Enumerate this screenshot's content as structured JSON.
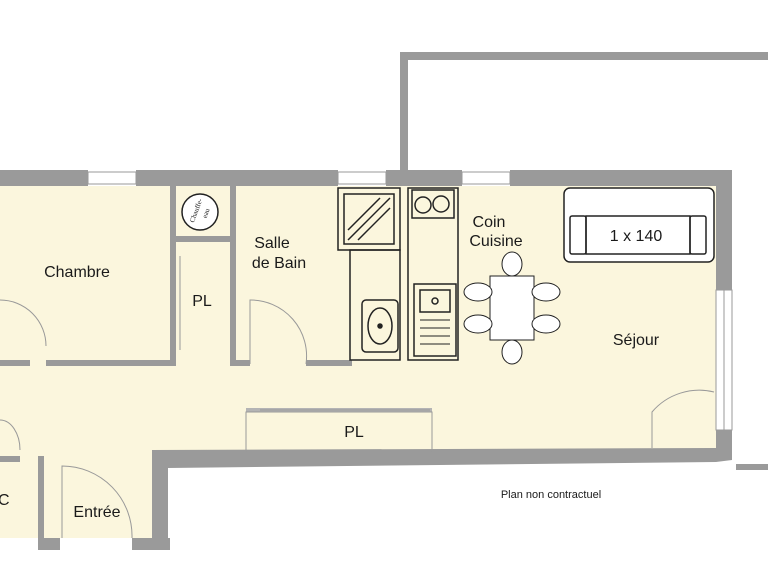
{
  "rooms": {
    "chambre": "Chambre",
    "salle_de_bain_line1": "Salle",
    "salle_de_bain_line2": "de Bain",
    "placard_1": "PL",
    "placard_2": "PL",
    "coin_cuisine_line1": "Coin",
    "coin_cuisine_line2": "Cuisine",
    "sejour": "Séjour",
    "entree": "Entrée",
    "wc_partial": "C"
  },
  "furniture": {
    "bed_size": "1 x 140",
    "water_heater_line1": "Chauffe-",
    "water_heater_line2": "eau"
  },
  "notes": {
    "disclaimer": "Plan non contractuel"
  },
  "colors": {
    "wall": "#9a9a9a",
    "floor": "#fbf6dd",
    "fixture_outline": "#222222",
    "background": "#ffffff"
  }
}
